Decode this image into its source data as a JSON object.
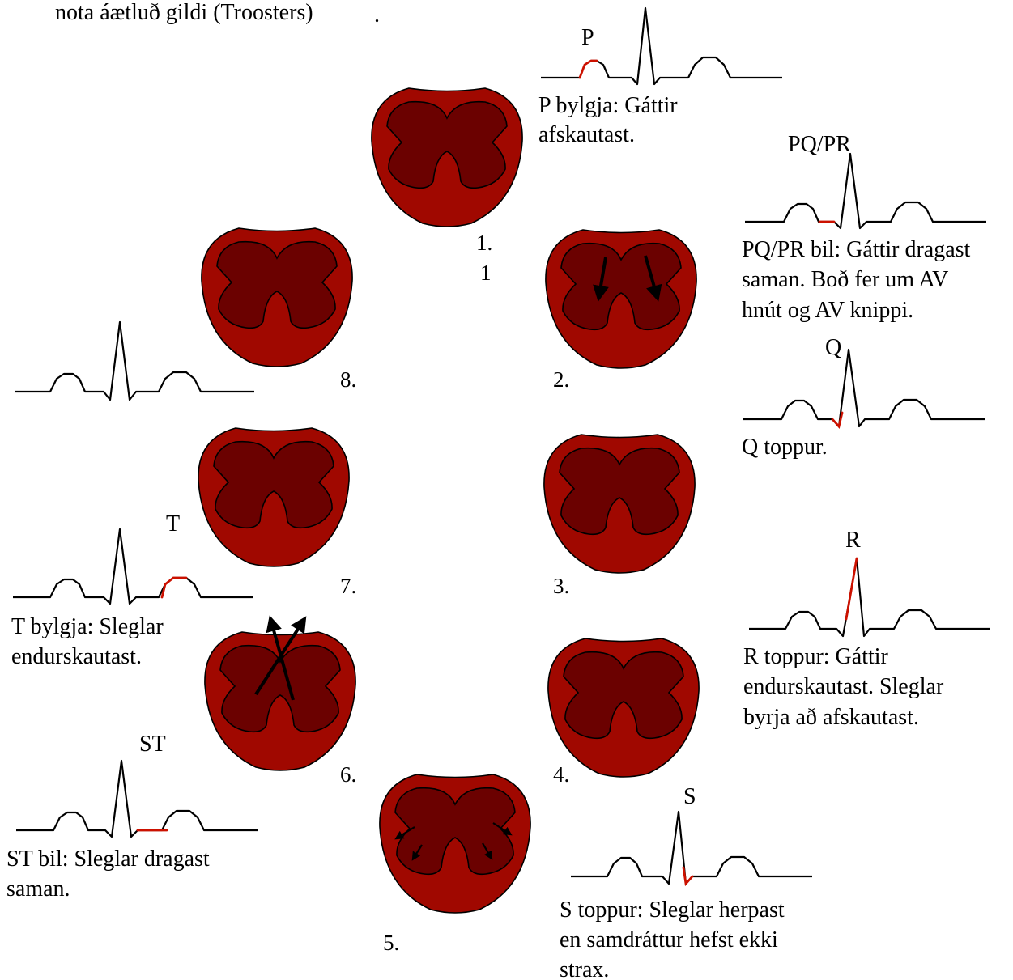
{
  "colors": {
    "heart_outer": "#a00800",
    "heart_inner": "#6b0100",
    "highlight": "#cc1100",
    "line": "#000000"
  },
  "top_note": "nota áætluð gildi (Troosters)",
  "top_note_tail": ".",
  "hearts": [
    {
      "number": "1.",
      "extra_mark": "1"
    },
    {
      "number": "2."
    },
    {
      "number": "3."
    },
    {
      "number": "4."
    },
    {
      "number": "5."
    },
    {
      "number": "6."
    },
    {
      "number": "7."
    },
    {
      "number": "8."
    }
  ],
  "ecg_panels": [
    {
      "key": "P",
      "title": "P",
      "caption_lines": [
        "P bylgja: Gáttir",
        "afskautast."
      ],
      "highlight": "P wave upstroke"
    },
    {
      "key": "PQ",
      "title": "PQ/PR",
      "caption_lines": [
        "PQ/PR bil: Gáttir dragast",
        "saman. Boð fer um AV",
        "hnút og AV knippi."
      ],
      "highlight": "PR segment"
    },
    {
      "key": "Q",
      "title": "Q",
      "caption_lines": [
        "Q toppur."
      ],
      "highlight": "Q deflection"
    },
    {
      "key": "R",
      "title": "R",
      "caption_lines": [
        "R toppur: Gáttir",
        "endurskautast. Sleglar",
        "byrja að afskautast."
      ],
      "highlight": "R upstroke"
    },
    {
      "key": "S",
      "title": "S",
      "caption_lines": [
        "S toppur: Sleglar herpast",
        "en samdráttur hefst ekki",
        "strax."
      ],
      "highlight": "S deflection"
    },
    {
      "key": "ST",
      "title": "ST",
      "caption_lines": [
        "ST bil: Sleglar dragast",
        "saman."
      ],
      "highlight": "ST segment"
    },
    {
      "key": "T",
      "title": "T",
      "caption_lines": [
        "T bylgja: Sleglar",
        "endurskautast."
      ],
      "highlight": "T wave upstroke"
    },
    {
      "key": "plain",
      "title": "",
      "caption_lines": [],
      "highlight": "none"
    }
  ]
}
